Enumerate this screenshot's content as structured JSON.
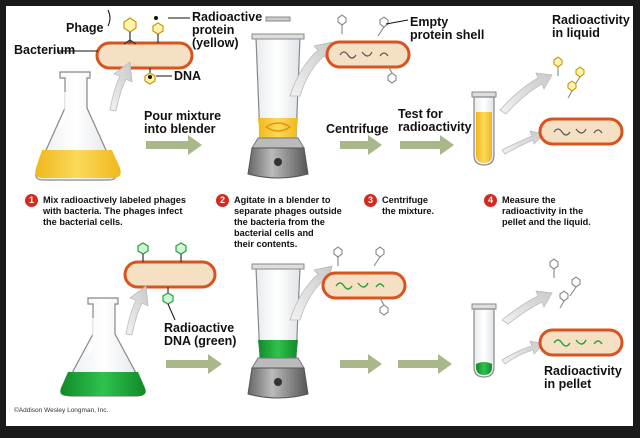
{
  "labels": {
    "phage": "Phage",
    "bacterium": "Bacterium",
    "radioactive_protein": "Radioactive\nprotein\n(yellow)",
    "dna": "DNA",
    "pour": "Pour mixture\ninto blender",
    "empty_shell": "Empty\nprotein shell",
    "radioactivity_liquid": "Radioactivity\nin liquid",
    "centrifuge": "Centrifuge",
    "test": "Test for\nradioactivity",
    "radioactive_dna": "Radioactive\nDNA (green)",
    "radioactivity_pellet": "Radioactivity\nin pellet"
  },
  "steps": [
    {
      "num": "1",
      "text": "Mix radioactively labeled phages\nwith bacteria. The phages infect\nthe bacterial cells."
    },
    {
      "num": "2",
      "text": "Agitate in a blender to\nseparate phages outside\nthe bacteria from the\nbacterial cells and\ntheir contents."
    },
    {
      "num": "3",
      "text": "Centrifuge\nthe mixture."
    },
    {
      "num": "4",
      "text": "Measure the\nradioactivity in the\npellet and the liquid."
    }
  ],
  "copyright": "©Addison Wesley Longman, Inc.",
  "colors": {
    "background": "#ffffff",
    "frame": "#1a1a1a",
    "yellow_label": "#f4c430",
    "green_label": "#1fa33a",
    "bacterium_fill": "#f6e0c4",
    "bacterium_outline": "#d9531e",
    "arrow": "#a8b88a",
    "step_badge": "#d52b1e"
  },
  "icons": [
    "phage-icon",
    "bacterium-icon",
    "flask-icon",
    "blender-icon",
    "test-tube-icon",
    "arrow-icon"
  ]
}
